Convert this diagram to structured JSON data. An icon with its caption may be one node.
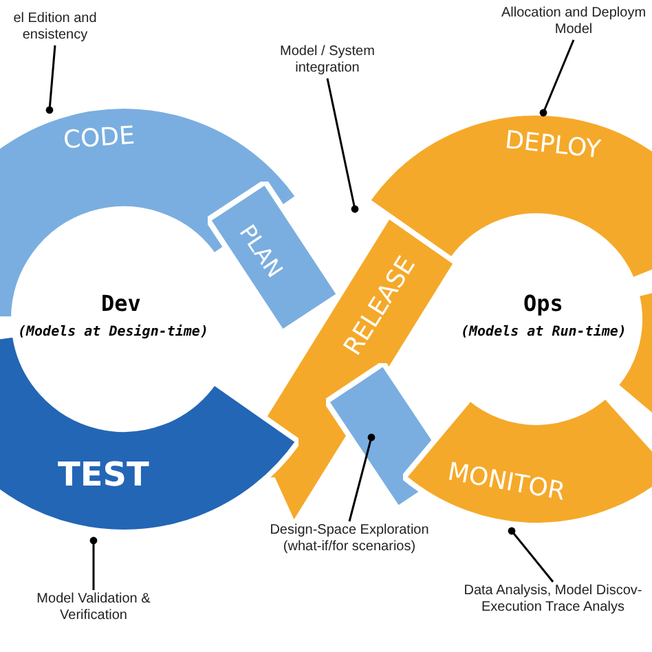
{
  "diagram": {
    "nodes": [
      {
        "text": [
          "CODE"
        ]
      },
      {
        "text": [
          "PLAN"
        ]
      },
      {
        "text": [
          "RELEASE"
        ]
      },
      {
        "text": [],
        "shape": "band"
      },
      {
        "text": [
          "DEPLOY"
        ]
      },
      {
        "text": [],
        "shape": "band"
      },
      {
        "text": [
          "MONITOR"
        ]
      },
      {
        "text": [
          "TEST"
        ]
      },
      {
        "text": [
          "el Edition and ensistency"
        ]
      },
      {
        "text": [
          "Model / System integration"
        ]
      },
      {
        "text": [
          "Allocation and Deploym Model"
        ]
      },
      {
        "text": [
          "Design-Space Exploration (what-if/for scenarios)"
        ]
      },
      {
        "text": [
          "Data Analysis, Model Discov- Execution Trace Analys"
        ]
      },
      {
        "text": [
          "Model Validation & Verification"
        ]
      }
    ],
    "edges": [
      {
        "from": 8,
        "to": 0,
        "arrow": "other"
      },
      {
        "from": 9,
        "to": 2,
        "arrow": "other"
      },
      {
        "from": 10,
        "to": 4,
        "arrow": "other"
      },
      {
        "from": 11,
        "to": 3,
        "arrow": "other"
      },
      {
        "from": 12,
        "to": 6,
        "arrow": "other"
      },
      {
        "from": 13,
        "to": 7,
        "arrow": "other"
      }
    ],
    "labels": [
      "Dev",
      "(Models at Design-time)",
      "Ops",
      "(Models at Run-time)"
    ]
  }
}
